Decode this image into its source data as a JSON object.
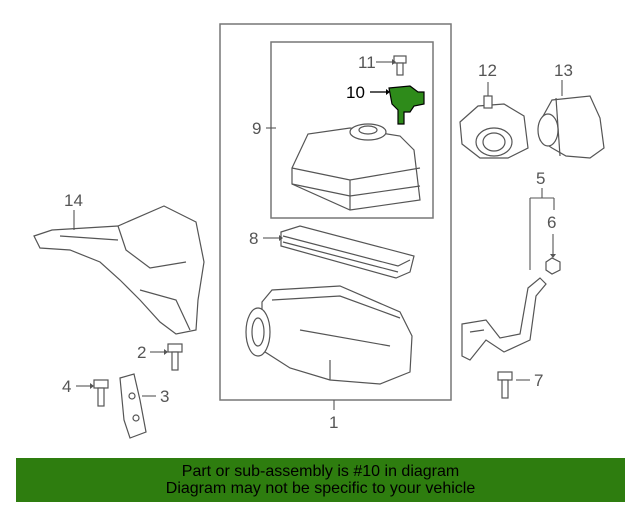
{
  "diagram": {
    "callouts": {
      "c1": "1",
      "c2": "2",
      "c3": "3",
      "c4": "4",
      "c5": "5",
      "c6": "6",
      "c7": "7",
      "c8": "8",
      "c9": "9",
      "c10": "10",
      "c11": "11",
      "c12": "12",
      "c13": "13",
      "c14": "14"
    },
    "highlight_color": "#2e8b1a"
  },
  "banner": {
    "line1": "Part or sub-assembly is #10 in diagram",
    "line2": "Diagram may not be specific to your vehicle",
    "background": "#2e7d0f"
  }
}
